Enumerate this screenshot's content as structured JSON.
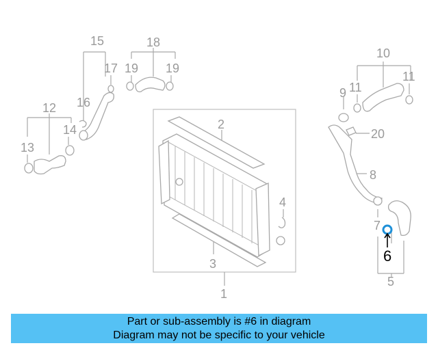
{
  "diagram": {
    "callouts": {
      "c1": "1",
      "c2": "2",
      "c3": "3",
      "c4": "4",
      "c5": "5",
      "c6": "6",
      "c7": "7",
      "c8": "8",
      "c9": "9",
      "c10": "10",
      "c11a": "11",
      "c11b": "11",
      "c12": "12",
      "c13": "13",
      "c14": "14",
      "c15": "15",
      "c16": "16",
      "c17": "17",
      "c18": "18",
      "c19a": "19",
      "c19b": "19",
      "c20": "20"
    },
    "highlight_color": "#1e90d8"
  },
  "banner": {
    "line1": "Part or sub-assembly is #6 in diagram",
    "line2": "Diagram may not be specific to your vehicle",
    "background": "#55c1f4"
  }
}
